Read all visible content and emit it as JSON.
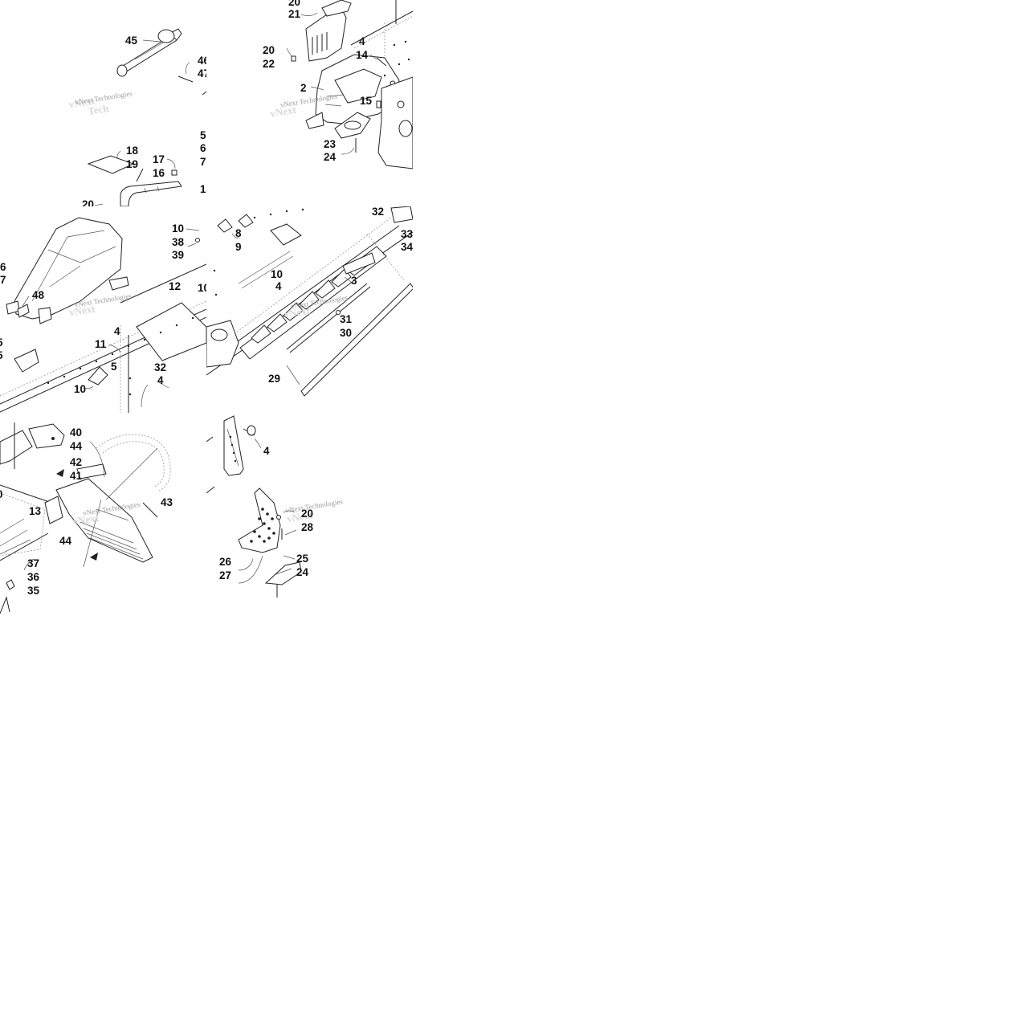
{
  "watermark": "vNext Technologies",
  "tiles": {
    "tile_1": {
      "callouts": [
        "45",
        "46",
        "47",
        "18",
        "19",
        "17",
        "16",
        "5",
        "6",
        "7",
        "1",
        "20"
      ]
    },
    "tile_2": {
      "callouts": [
        "20",
        "21",
        "20",
        "22",
        "4",
        "14",
        "2",
        "15",
        "23",
        "24"
      ]
    },
    "tile_3": {
      "callouts": [
        "6",
        "7",
        "48",
        "10",
        "38",
        "39",
        "12",
        "10",
        "4",
        "11",
        "5",
        "5",
        "5",
        "32",
        "4",
        "10"
      ]
    },
    "tile_4": {
      "callouts": [
        "32",
        "8",
        "9",
        "33",
        "34",
        "10",
        "4",
        "3",
        "31",
        "30",
        "29"
      ]
    },
    "tile_5": {
      "callouts": [
        "40",
        "44",
        "42",
        "41",
        "43",
        "13",
        "0",
        "44",
        "37",
        "36",
        "35"
      ]
    },
    "tile_6": {
      "callouts": [
        "4",
        "20",
        "28",
        "26",
        "27",
        "25",
        "24"
      ]
    }
  }
}
